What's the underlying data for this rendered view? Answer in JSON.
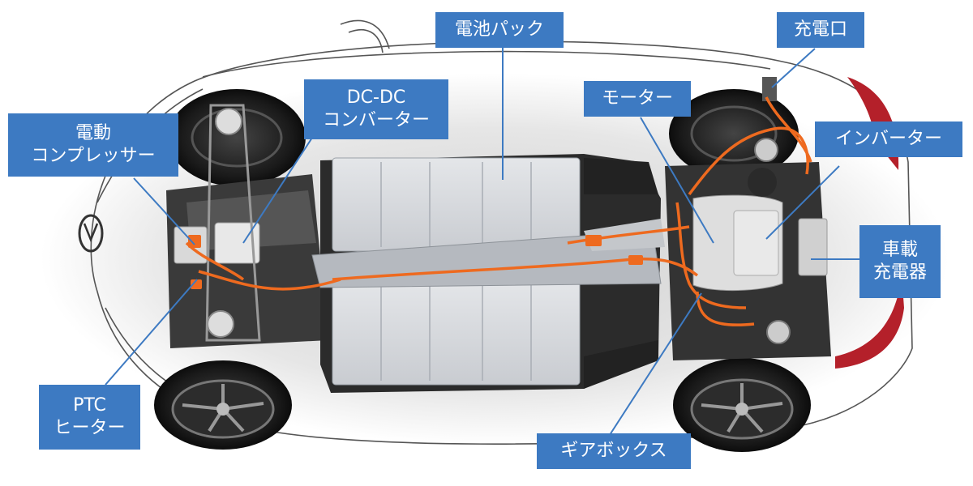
{
  "labels": {
    "battery_pack": "電池パック",
    "charging_port": "充電口",
    "dcdc_line1": "DC-DC",
    "dcdc_line2": "コンバーター",
    "motor": "モーター",
    "compressor_line1": "電動",
    "compressor_line2": "コンプレッサー",
    "inverter": "インバーター",
    "onboard_charger_line1": "車載",
    "onboard_charger_line2": "充電器",
    "ptc_line1": "PTC",
    "ptc_line2": "ヒーター",
    "gearbox": "ギアボックス"
  },
  "colors": {
    "label_bg": "#3d7ac2",
    "label_text": "#ffffff",
    "cable_orange": "#ee6a1f",
    "tail_light_red": "#b4202a"
  }
}
